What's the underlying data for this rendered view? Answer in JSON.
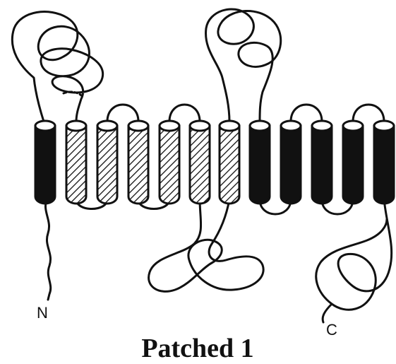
{
  "diagram": {
    "title": "Patched 1",
    "n_terminus": "N",
    "c_terminus": "C",
    "helix_count": 12,
    "helix_styles": [
      "solid",
      "hatched",
      "hatched",
      "hatched",
      "hatched",
      "hatched",
      "hatched",
      "solid",
      "solid",
      "solid",
      "solid",
      "solid"
    ],
    "colors": {
      "solid": "#111111",
      "hatched_line": "#111111",
      "background": "#ffffff"
    }
  }
}
